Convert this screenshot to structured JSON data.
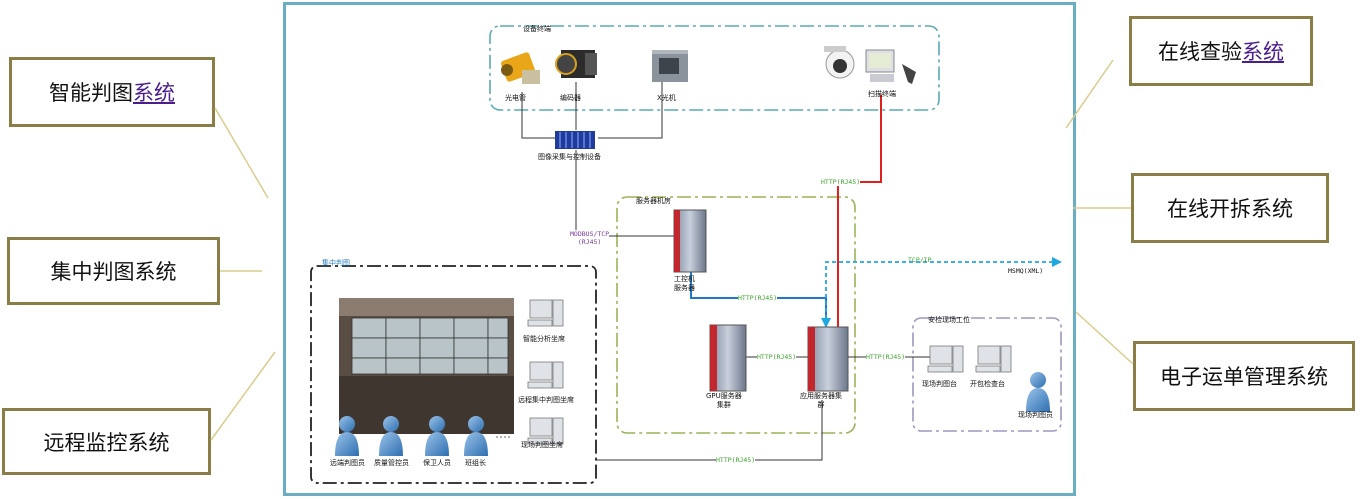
{
  "callouts": {
    "smart_judge": {
      "text": "智能判图",
      "link": "系统"
    },
    "central_judge": {
      "text": "集中判图系统"
    },
    "remote_monitor": {
      "text": "远程监控系统"
    },
    "online_inspect": {
      "text": "在线查验",
      "link": "系统"
    },
    "online_unpack": {
      "text": "在线开拆系统"
    },
    "waybill": {
      "text": "电子运单管理系统"
    }
  },
  "groups": {
    "device_terminal": "设备终端",
    "server_room": "服务器机房",
    "center": "集中判图",
    "site_station": "安检现场工位"
  },
  "devices": {
    "photoelectric": "光电管",
    "encoder": "编码器",
    "xray": "X光机",
    "scanner_terminal": "扫描终端",
    "acquisition": "图像采集与控制设备",
    "ipc_server": "工控机\n服务器",
    "gpu_server": "GPU服务器\n集群",
    "app_server": "应用服务器集\n群",
    "ws_analysis": "智能分析坐席",
    "ws_remote": "远程集中判图坐席",
    "ws_site": "现场判图坐席",
    "p_remote": "远端判图员",
    "p_quality": "质量管控员",
    "p_security": "保卫人员",
    "p_leader": "班组长",
    "site_judge": "现场判图台",
    "site_unpack": "开包检查台",
    "site_staff": "现场判图员"
  },
  "protocols": {
    "modbus": "MODBUS/TCP\n(RJ45)",
    "http_red": "HTTP(RJ45)",
    "http_blue": "HTTP(RJ45)",
    "http_gpu": "HTTP(RJ45)",
    "http_site": "HTTP(RJ45)",
    "http_bottom": "HTTP(RJ45)",
    "tcpip": "TCP/IP",
    "msmq": "MSMQ(XML)"
  },
  "colors": {
    "callout_border": "#8b7d46",
    "frame": "#6aaec4",
    "red_line": "#e0201c",
    "blue_line": "#1f78c8",
    "dash_blue": "#1fa8e0",
    "green_text": "#3aa52a"
  }
}
